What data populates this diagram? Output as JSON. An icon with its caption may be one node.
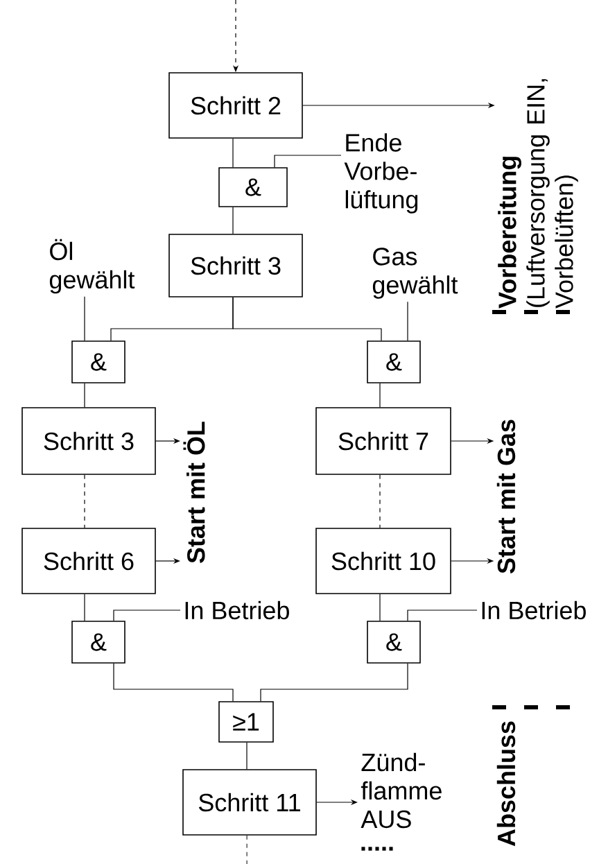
{
  "diagram": {
    "nodes": [
      {
        "text": [
          "Schritt 2"
        ]
      },
      {
        "text": [
          "&"
        ]
      },
      {
        "text": [
          "Schritt 3"
        ]
      },
      {
        "text": [
          "&"
        ]
      },
      {
        "text": [
          "&"
        ]
      },
      {
        "text": [
          "Schritt 3"
        ]
      },
      {
        "text": [
          "Schritt 7"
        ]
      },
      {
        "text": [
          "Schritt 6"
        ]
      },
      {
        "text": [
          "Schritt 10"
        ]
      },
      {
        "text": [
          "&"
        ]
      },
      {
        "text": [
          "&"
        ]
      },
      {
        "text": [
          "≥1"
        ]
      },
      {
        "text": [
          "Schritt 11"
        ]
      },
      {
        "text": [
          "Ende Vorbe- lüftung"
        ]
      },
      {
        "text": [
          "Öl gewählt"
        ]
      },
      {
        "text": [
          "Gas gewählt"
        ]
      },
      {
        "text": [
          "In Betrieb"
        ]
      },
      {
        "text": [
          "In Betrieb"
        ]
      },
      {
        "text": [
          "Vorbereitung",
          "(Luftversorgung EIN, Vorbelüften)"
        ]
      },
      {
        "text": [
          "Start mit ÖL"
        ]
      },
      {
        "text": [
          "Start mit Gas"
        ]
      },
      {
        "text": [
          "Zünd- flamme AUS"
        ]
      }
    ],
    "edges": [
      {
        "from": null,
        "to": 0,
        "arrow": "to",
        "style": "dashed"
      },
      {
        "from": 0,
        "to": 1,
        "arrow": "none"
      },
      {
        "from": 1,
        "to": 2,
        "arrow": "none"
      },
      {
        "from": 2,
        "to": 3,
        "arrow": "none"
      },
      {
        "from": 2,
        "to": 4,
        "arrow": "none"
      },
      {
        "from": 3,
        "to": 5,
        "arrow": "none"
      },
      {
        "from": 4,
        "to": 6,
        "arrow": "none"
      },
      {
        "from": 5,
        "to": 7,
        "arrow": "none",
        "style": "dashed"
      },
      {
        "from": 6,
        "to": 8,
        "arrow": "none",
        "style": "dashed"
      },
      {
        "from": 7,
        "to": 9,
        "arrow": "none"
      },
      {
        "from": 8,
        "to": 10,
        "arrow": "none"
      },
      {
        "from": 9,
        "to": 11,
        "arrow": "none"
      },
      {
        "from": 10,
        "to": 11,
        "arrow": "none"
      },
      {
        "from": 11,
        "to": 12,
        "arrow": "none"
      },
      {
        "from": 12,
        "to": null,
        "arrow": "none",
        "style": "dashed"
      },
      {
        "from": 0,
        "to": 18,
        "arrow": "to"
      },
      {
        "from": 5,
        "to": 19,
        "arrow": "to"
      },
      {
        "from": 7,
        "to": 19,
        "arrow": "to"
      },
      {
        "from": 6,
        "to": 20,
        "arrow": "to"
      },
      {
        "from": 8,
        "to": 20,
        "arrow": "to"
      },
      {
        "from": 12,
        "to": 21,
        "arrow": "to"
      },
      {
        "from": 13,
        "to": 1,
        "arrow": "none"
      },
      {
        "from": 14,
        "to": 3,
        "arrow": "none"
      },
      {
        "from": 15,
        "to": 4,
        "arrow": "none"
      },
      {
        "from": 16,
        "to": 9,
        "arrow": "none"
      },
      {
        "from": 17,
        "to": 10,
        "arrow": "none"
      }
    ],
    "labels": [
      ".....",
      "Abschluss"
    ]
  }
}
